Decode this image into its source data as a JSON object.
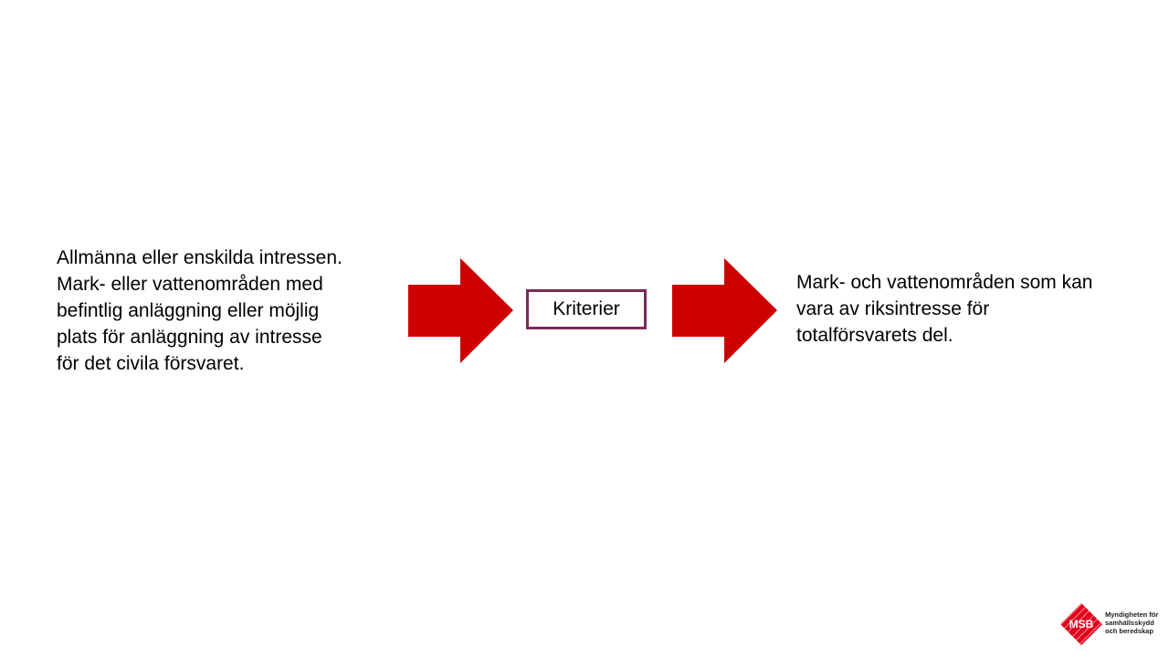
{
  "diagram": {
    "left_text_lines": [
      "Allmänna eller enskilda intressen.",
      "Mark- eller vattenområden med",
      "befintlig anläggning eller möjlig",
      "plats för anläggning av intresse",
      "för det civila försvaret."
    ],
    "criteria_label": "Kriterier",
    "right_text_lines": [
      "Mark- och vattenområden som kan",
      "vara av riksintresse för",
      "totalförsvarets del."
    ],
    "arrow_color": "#cc0000",
    "box_border_color": "#7b2a5a"
  },
  "logo": {
    "mark_text": "MSB",
    "name_lines": [
      "Myndigheten för",
      "samhällsskydd",
      "och beredskap"
    ],
    "color": "#e2001a"
  }
}
